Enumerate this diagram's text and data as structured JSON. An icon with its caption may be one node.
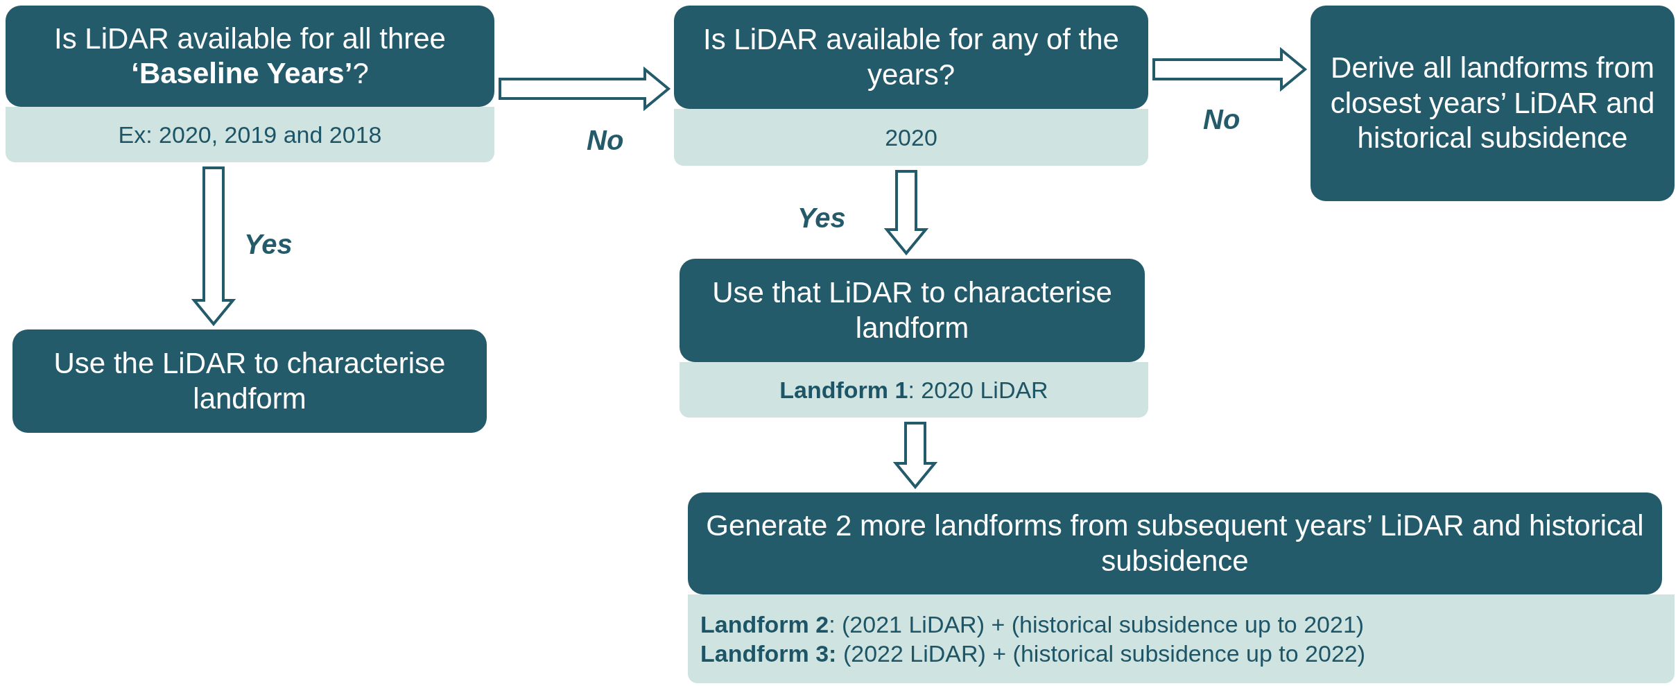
{
  "diagram": {
    "nodes": [
      {
        "text": [
          "Is LiDAR available for all three **‘Baseline Years’**?"
        ]
      },
      {
        "text": [
          "Ex: 2020, 2019 and 2018"
        ]
      },
      {
        "text": [
          "Use the LiDAR to characterise landform"
        ]
      },
      {
        "text": [
          "Is LiDAR available for any of the years?"
        ]
      },
      {
        "text": [
          "2020"
        ]
      },
      {
        "text": [
          "Derive all landforms from closest years’ LiDAR and historical subsidence"
        ]
      },
      {
        "text": [
          "Use that LiDAR to characterise landform"
        ]
      },
      {
        "text": [
          "**Landform 1**: 2020 LiDAR"
        ]
      },
      {
        "text": [
          "Generate 2 more landforms from subsequent years’ LiDAR and historical subsidence"
        ]
      },
      {
        "text": [
          "**Landform 2**: (2021 LiDAR) + (historical subsidence up to 2021)",
          "**Landform 3:** (2022 LiDAR) + (historical subsidence up to 2022)"
        ]
      }
    ],
    "edges": [
      {
        "from": 0,
        "to": 3,
        "arrow": "to",
        "label": "No"
      },
      {
        "from": 1,
        "to": 2,
        "arrow": "to",
        "label": "Yes"
      },
      {
        "from": 3,
        "to": 5,
        "arrow": "to",
        "label": "No"
      },
      {
        "from": 4,
        "to": 6,
        "arrow": "to",
        "label": "Yes"
      },
      {
        "from": 7,
        "to": 8,
        "arrow": "to"
      }
    ]
  }
}
